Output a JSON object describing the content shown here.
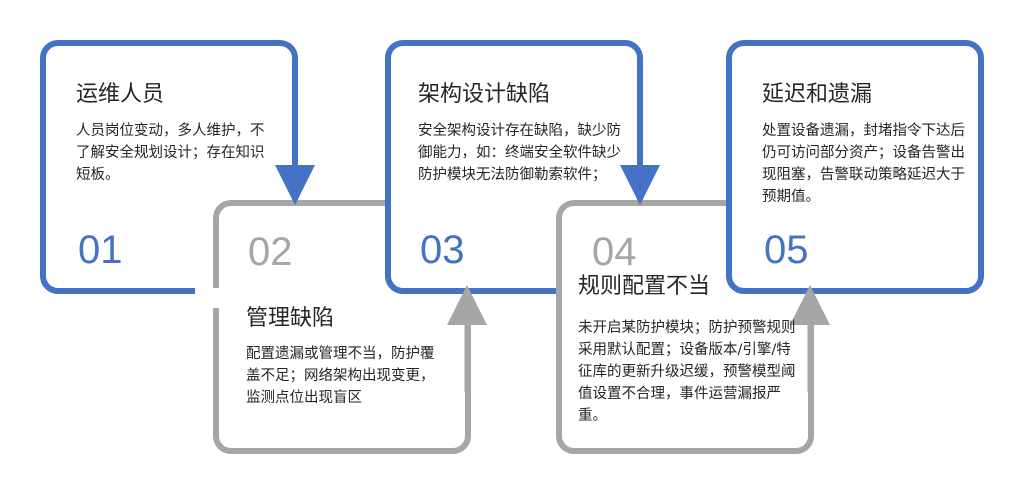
{
  "steps": [
    {
      "num": "01",
      "title": "运维人员",
      "desc": "人员岗位变动，多人维护，不了解安全规划设计；存在知识短板。"
    },
    {
      "num": "02",
      "title": "管理缺陷",
      "desc": "配置遗漏或管理不当，防护覆盖不足；网络架构出现变更，监测点位出现盲区"
    },
    {
      "num": "03",
      "title": "架构设计缺陷",
      "desc": "安全架构设计存在缺陷，缺少防御能力，如：终端安全软件缺少防护模块无法防御勒索软件；"
    },
    {
      "num": "04",
      "title": "规则配置不当",
      "desc": "未开启某防护模块；防护预警规则采用默认配置；设备版本/引擎/特征库的更新升级迟缓，预警模型阈值设置不合理，事件运营漏报严重。"
    },
    {
      "num": "05",
      "title": "延迟和遗漏",
      "desc": "处置设备遗漏，封堵指令下达后仍可访问部分资产；设备告警出现阻塞，告警联动策略延迟大于预期值。"
    }
  ],
  "colors": {
    "primary": "#4472c4",
    "secondary": "#a6a6a6"
  }
}
